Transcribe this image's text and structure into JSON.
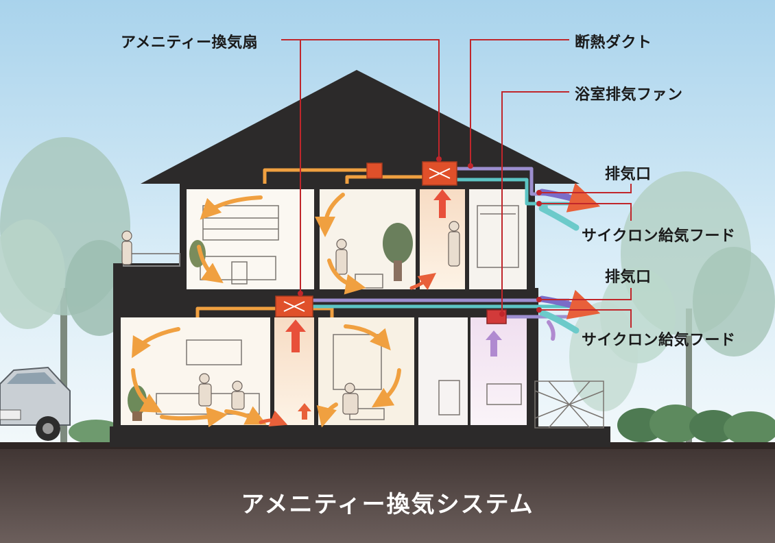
{
  "labels": {
    "fan": "アメニティー換気扇",
    "duct": "断熱ダクト",
    "bath_fan": "浴室排気ファン",
    "exhaust_upper": "排気口",
    "hood_upper": "サイクロン給気フード",
    "exhaust_lower": "排気口",
    "hood_lower": "サイクロン給気フード"
  },
  "title": "アメニティー換気システム",
  "colors": {
    "callout_line": "#c0262b",
    "warm_air": "#f0a040",
    "hot_air": "#e8502a",
    "exhaust_duct": "#9d8fd0",
    "supply_duct": "#5cc4c4",
    "house_frame": "#2c2a2a",
    "ground": "#4a3c3a"
  },
  "icons": [
    "tree-icon",
    "car-icon",
    "person-icon",
    "plant-icon",
    "fan-unit-icon"
  ]
}
